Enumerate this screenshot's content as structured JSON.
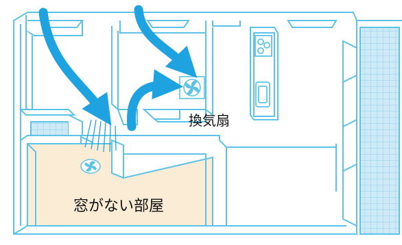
{
  "labels": {
    "ventilation_fan": "換気扇",
    "windowless_room": "窓がない部屋"
  },
  "colors": {
    "wall_stroke": "#5cc3e6",
    "wall_fill": "#ffffff",
    "room_fill": "#fbecd6",
    "airflow_arrow": "#1fa3e0",
    "tile_grid": "#8fd0ec",
    "tile_fill": "#cfeaf7"
  },
  "icons": [
    "airflow-arrow",
    "fan-icon",
    "stove-icon",
    "sink-icon",
    "airflow-stream"
  ]
}
